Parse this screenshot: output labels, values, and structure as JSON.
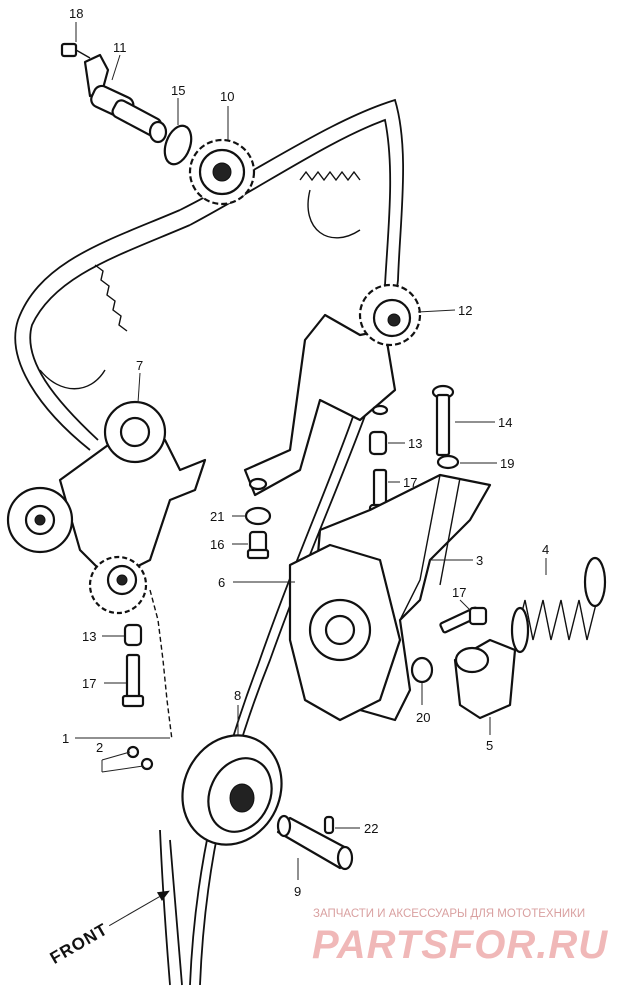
{
  "callouts": [
    {
      "id": "18",
      "label": "18"
    },
    {
      "id": "11",
      "label": "11"
    },
    {
      "id": "15",
      "label": "15"
    },
    {
      "id": "10",
      "label": "10"
    },
    {
      "id": "12",
      "label": "12"
    },
    {
      "id": "7",
      "label": "7"
    },
    {
      "id": "14",
      "label": "14"
    },
    {
      "id": "13a",
      "label": "13"
    },
    {
      "id": "19",
      "label": "19"
    },
    {
      "id": "17a",
      "label": "17"
    },
    {
      "id": "21",
      "label": "21"
    },
    {
      "id": "16",
      "label": "16"
    },
    {
      "id": "3",
      "label": "3"
    },
    {
      "id": "4",
      "label": "4"
    },
    {
      "id": "6",
      "label": "6"
    },
    {
      "id": "17b",
      "label": "17"
    },
    {
      "id": "13b",
      "label": "13"
    },
    {
      "id": "17c",
      "label": "17"
    },
    {
      "id": "20",
      "label": "20"
    },
    {
      "id": "5",
      "label": "5"
    },
    {
      "id": "8",
      "label": "8"
    },
    {
      "id": "1",
      "label": "1"
    },
    {
      "id": "2",
      "label": "2"
    },
    {
      "id": "22",
      "label": "22"
    },
    {
      "id": "9",
      "label": "9"
    }
  ],
  "front_label": "FRONT",
  "watermark": {
    "tagline": "ЗАПЧАСТИ И АКСЕССУАРЫ ДЛЯ МОТОТЕХНИКИ",
    "brand": "PARTSFOR.RU"
  },
  "colors": {
    "ink": "#111111",
    "watermark": "#f0b8b8"
  }
}
